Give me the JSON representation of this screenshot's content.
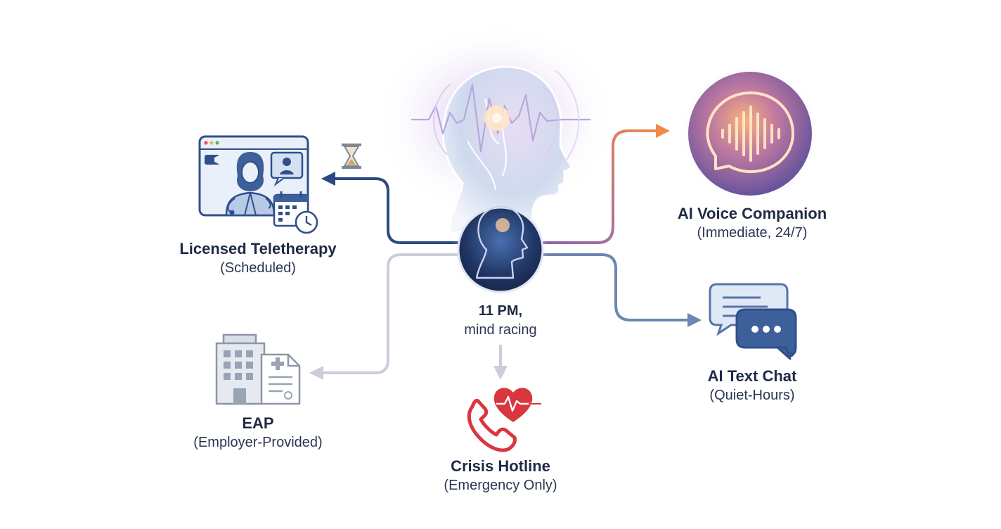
{
  "center": {
    "line1": "11 PM,",
    "line2": "mind racing"
  },
  "nodes": {
    "teletherapy": {
      "title": "Licensed Teletherapy",
      "subtitle": "(Scheduled)"
    },
    "ai_voice": {
      "title": "AI Voice Companion",
      "subtitle": "(Immediate, 24/7)"
    },
    "ai_text": {
      "title": "AI Text Chat",
      "subtitle": "(Quiet-Hours)"
    },
    "eap": {
      "title": "EAP",
      "subtitle": "(Employer-Provided)"
    },
    "crisis": {
      "title": "Crisis Hotline",
      "subtitle": "(Emergency Only)"
    }
  },
  "colors": {
    "navy": "#2b4a82",
    "steel_blue": "#6f86b3",
    "light_gray": "#c9ced8",
    "orange": "#f08a4b",
    "purple": "#8a64b8",
    "red": "#d9363e",
    "icon_blue": "#3d5f9a"
  },
  "icons": {
    "center": "person-silhouette-icon",
    "head": "head-brainwave-icon",
    "teletherapy": "video-call-doctor-icon",
    "hourglass": "hourglass-icon",
    "ai_voice": "voice-waveform-bubble-icon",
    "ai_text": "chat-bubbles-icon",
    "eap": "office-building-document-icon",
    "crisis": "phone-heart-icon"
  }
}
